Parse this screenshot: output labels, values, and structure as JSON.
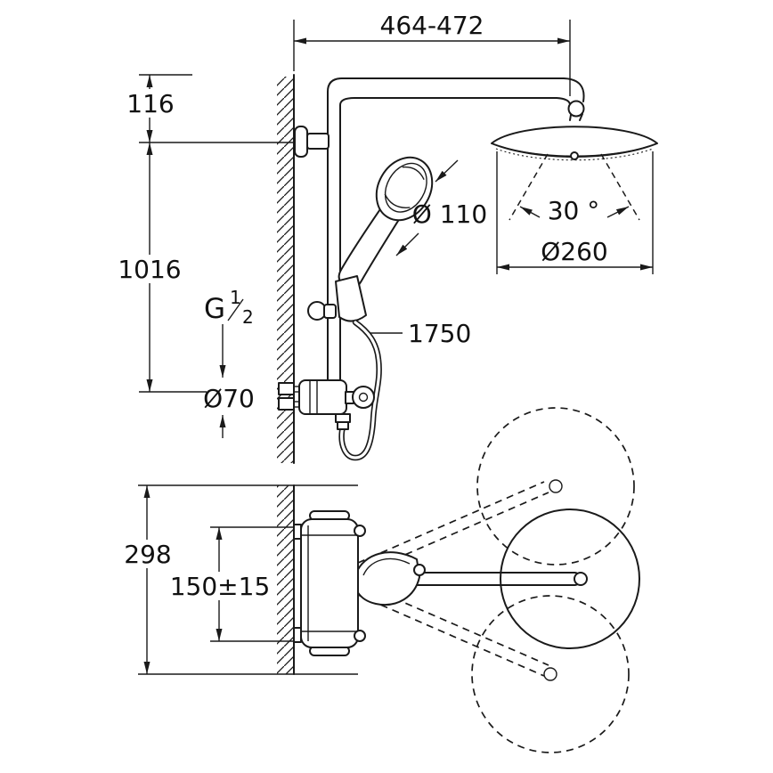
{
  "drawing": {
    "labels": {
      "top_width": "464-472",
      "offset_top": "116",
      "height_upper": "1016",
      "thread_letter": "G",
      "thread_numerator": "1",
      "thread_denominator": "2",
      "escutcheon_diameter": "Ø70",
      "hand_shower_diameter": "Ø 110",
      "hose_length": "1750",
      "spray_angle": "30 °",
      "head_diameter": "Ø260",
      "height_lower": "298",
      "arm_height_range": "150±15"
    },
    "colors": {
      "line": "#1a1a1a",
      "background": "#ffffff"
    }
  }
}
